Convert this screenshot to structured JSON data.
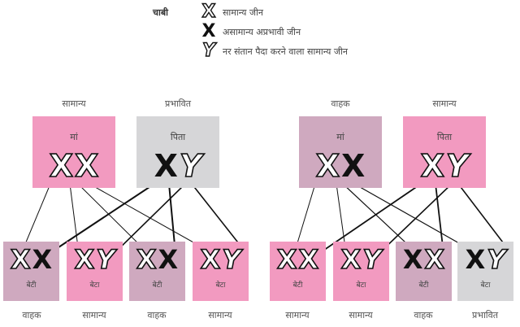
{
  "legend": {
    "title": "चाबी",
    "items": [
      {
        "glyph": "X",
        "style": "normal",
        "icon": "normal-x-gene-icon",
        "label": "सामान्य जीन"
      },
      {
        "glyph": "X",
        "style": "abnormal",
        "icon": "abnormal-x-gene-icon",
        "label": "असामान्य अप्रभावी जीन"
      },
      {
        "glyph": "Y",
        "style": "y",
        "icon": "y-gene-icon",
        "label": "नर संतान पैदा करने वाला सामान्य जीन"
      }
    ]
  },
  "colors": {
    "pink": "#f29ac0",
    "mauve": "#cfa9bf",
    "gray": "#d6d6d8",
    "line": "#111111"
  },
  "families": [
    {
      "name": "left",
      "parents": [
        {
          "status": "सामान्य",
          "role": "मां",
          "color": "pink",
          "genes": [
            {
              "g": "X",
              "s": "normal"
            },
            {
              "g": "X",
              "s": "normal"
            }
          ]
        },
        {
          "status": "प्रभावित",
          "role": "पिता",
          "color": "gray",
          "genes": [
            {
              "g": "X",
              "s": "abnormal"
            },
            {
              "g": "Y",
              "s": "y"
            }
          ]
        }
      ],
      "children": [
        {
          "role": "बेटी",
          "status": "वाहक",
          "color": "mauve",
          "genes": [
            {
              "g": "X",
              "s": "normal"
            },
            {
              "g": "X",
              "s": "abnormal"
            }
          ]
        },
        {
          "role": "बेटा",
          "status": "सामान्य",
          "color": "pink",
          "genes": [
            {
              "g": "X",
              "s": "normal"
            },
            {
              "g": "Y",
              "s": "y"
            }
          ]
        },
        {
          "role": "बेटी",
          "status": "वाहक",
          "color": "mauve",
          "genes": [
            {
              "g": "X",
              "s": "normal"
            },
            {
              "g": "X",
              "s": "abnormal"
            }
          ]
        },
        {
          "role": "बेटा",
          "status": "सामान्य",
          "color": "pink",
          "genes": [
            {
              "g": "X",
              "s": "normal"
            },
            {
              "g": "Y",
              "s": "y"
            }
          ]
        }
      ]
    },
    {
      "name": "right",
      "parents": [
        {
          "status": "वाहक",
          "role": "मां",
          "color": "mauve",
          "genes": [
            {
              "g": "X",
              "s": "normal"
            },
            {
              "g": "X",
              "s": "abnormal"
            }
          ]
        },
        {
          "status": "सामान्य",
          "role": "पिता",
          "color": "pink",
          "genes": [
            {
              "g": "X",
              "s": "normal"
            },
            {
              "g": "Y",
              "s": "y"
            }
          ]
        }
      ],
      "children": [
        {
          "role": "बेटी",
          "status": "सामान्य",
          "color": "pink",
          "genes": [
            {
              "g": "X",
              "s": "normal"
            },
            {
              "g": "X",
              "s": "normal"
            }
          ]
        },
        {
          "role": "बेटा",
          "status": "सामान्य",
          "color": "pink",
          "genes": [
            {
              "g": "X",
              "s": "normal"
            },
            {
              "g": "Y",
              "s": "y"
            }
          ]
        },
        {
          "role": "बेटी",
          "status": "वाहक",
          "color": "mauve",
          "genes": [
            {
              "g": "X",
              "s": "abnormal"
            },
            {
              "g": "X",
              "s": "normal"
            }
          ]
        },
        {
          "role": "बेटा",
          "status": "प्रभावित",
          "color": "gray",
          "genes": [
            {
              "g": "X",
              "s": "abnormal"
            },
            {
              "g": "Y",
              "s": "y"
            }
          ]
        }
      ]
    }
  ]
}
